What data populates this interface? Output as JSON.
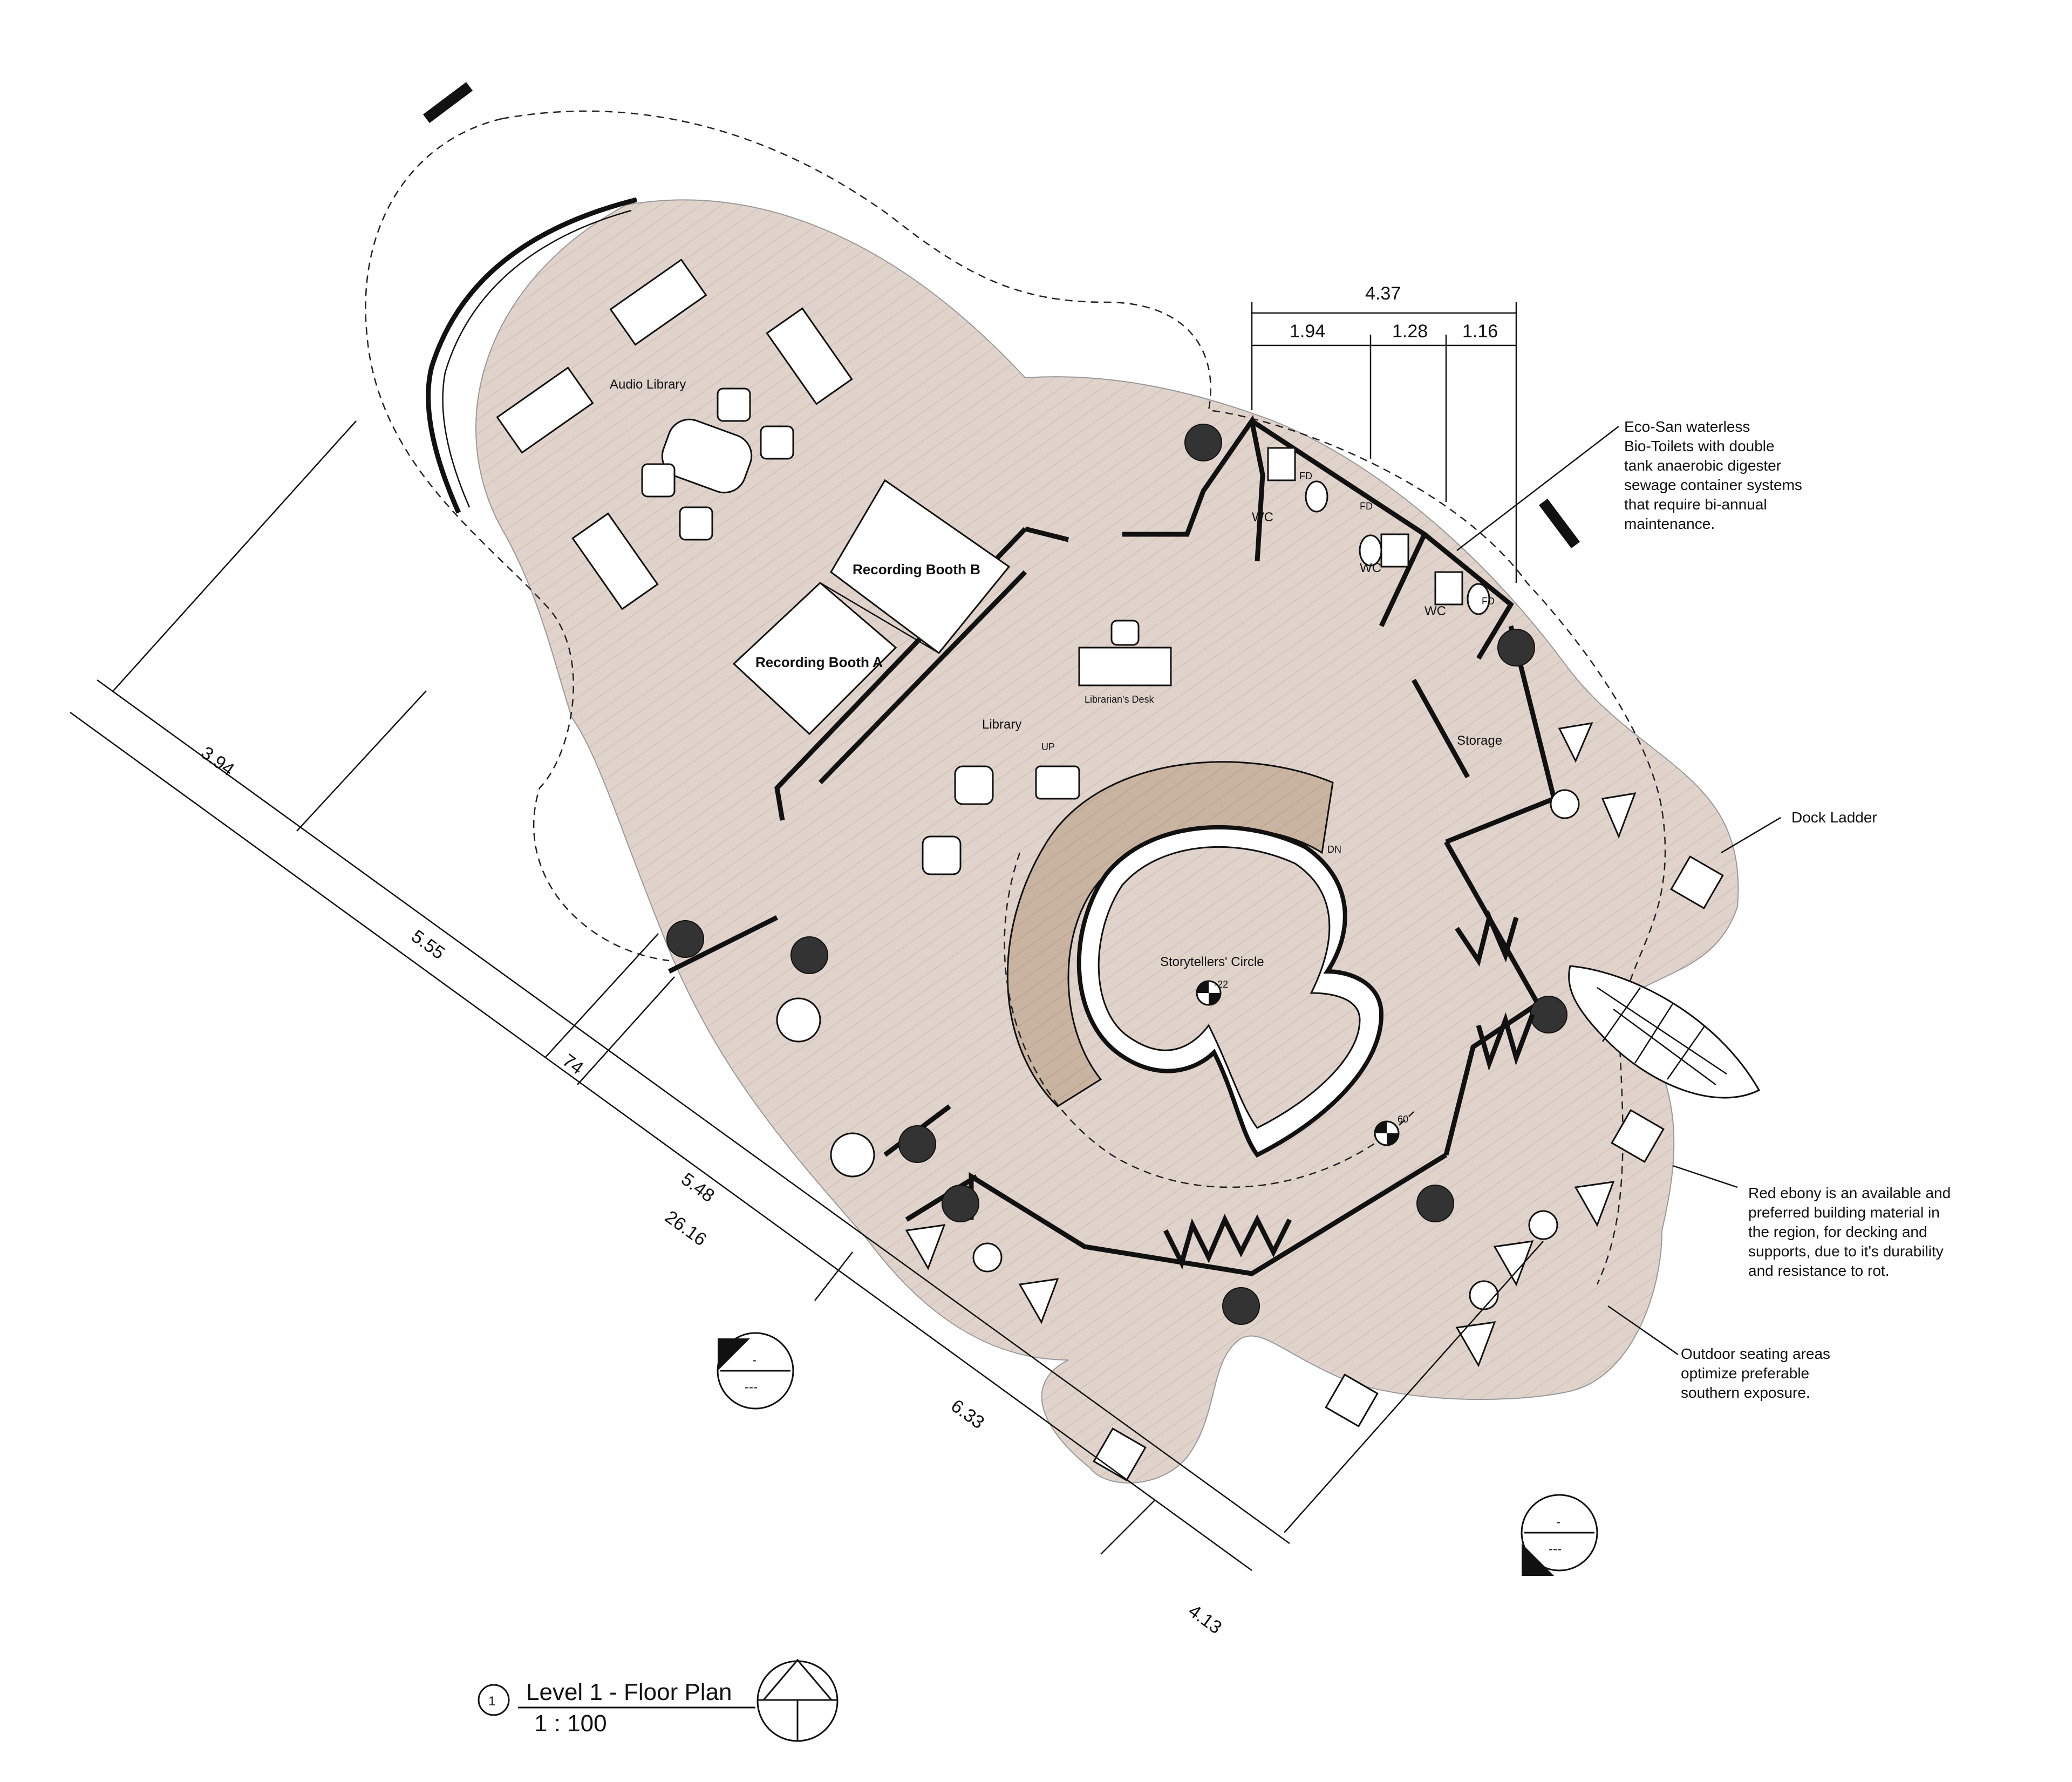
{
  "rooms": {
    "audio_library": "Audio Library",
    "recording_booth_a": "Recording Booth A",
    "recording_booth_b": "Recording Booth B",
    "library": "Library",
    "librarians_desk": "Librarian's Desk",
    "storytellers_circle": "Storytellers' Circle",
    "storage": "Storage",
    "wc_1": "WC",
    "wc_2": "WC",
    "wc_3": "WC",
    "fd_1": "FD",
    "fd_2": "FD",
    "fd_3": "FD",
    "up": "UP",
    "dn": "DN"
  },
  "levels": {
    "circle_level": "-22",
    "deck_level": "60"
  },
  "dimensions": {
    "top_overall": "4.37",
    "top_seg_1": "1.94",
    "top_seg_2": "1.28",
    "top_seg_3": "1.16",
    "side_1": "3.94",
    "side_2": "5.55",
    "side_3": "74",
    "side_4": "5.48",
    "side_overall": "26.16",
    "side_5": "6.33",
    "side_6": "4.13"
  },
  "notes": {
    "eco_san": [
      "Eco-San waterless",
      "Bio-Toilets with double",
      "tank anaerobic digester",
      "sewage container systems",
      "that require bi-annual",
      "maintenance."
    ],
    "dock_ladder": "Dock Ladder",
    "red_ebony": [
      "Red ebony is an available and",
      "preferred building material in",
      "the region, for decking and",
      "supports, due to it's durability",
      "and resistance to rot."
    ],
    "outdoor": [
      "Outdoor seating areas",
      "optimize preferable",
      "southern exposure."
    ]
  },
  "section_markers": {
    "marker_1_top": "-",
    "marker_1_bottom": "---",
    "marker_2_top": "-",
    "marker_2_bottom": "---"
  },
  "title_block": {
    "number": "1",
    "title": "Level 1 - Floor Plan",
    "scale": "1 : 100"
  },
  "colors": {
    "floor": "#e0d3cb",
    "ramp": "#c8b39f",
    "ink": "#111111"
  }
}
